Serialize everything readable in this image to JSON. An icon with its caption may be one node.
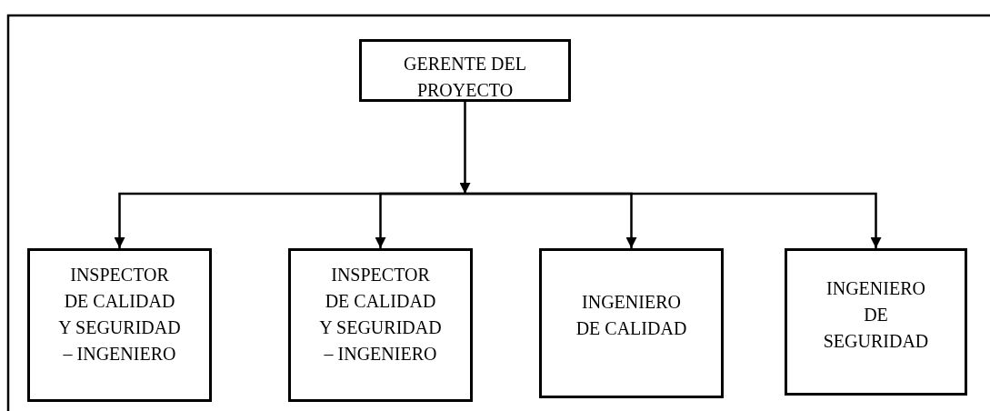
{
  "diagram": {
    "nodes": [
      {
        "text": [
          "GERENTE DEL PROYECTO"
        ]
      },
      {
        "text": [
          "INSPECTOR DE CALIDAD Y SEGURIDAD – INGENIERO"
        ]
      },
      {
        "text": [
          "INSPECTOR DE CALIDAD Y SEGURIDAD – INGENIERO"
        ]
      },
      {
        "text": [
          "INGENIERO DE CALIDAD"
        ]
      },
      {
        "text": [
          "INGENIERO DE SEGURIDAD"
        ]
      }
    ],
    "edges": [
      {
        "from": 0,
        "to": 1,
        "arrow": "to"
      },
      {
        "from": 0,
        "to": 2,
        "arrow": "to"
      },
      {
        "from": 0,
        "to": 3,
        "arrow": "to"
      },
      {
        "from": 0,
        "to": 4,
        "arrow": "to"
      }
    ]
  }
}
